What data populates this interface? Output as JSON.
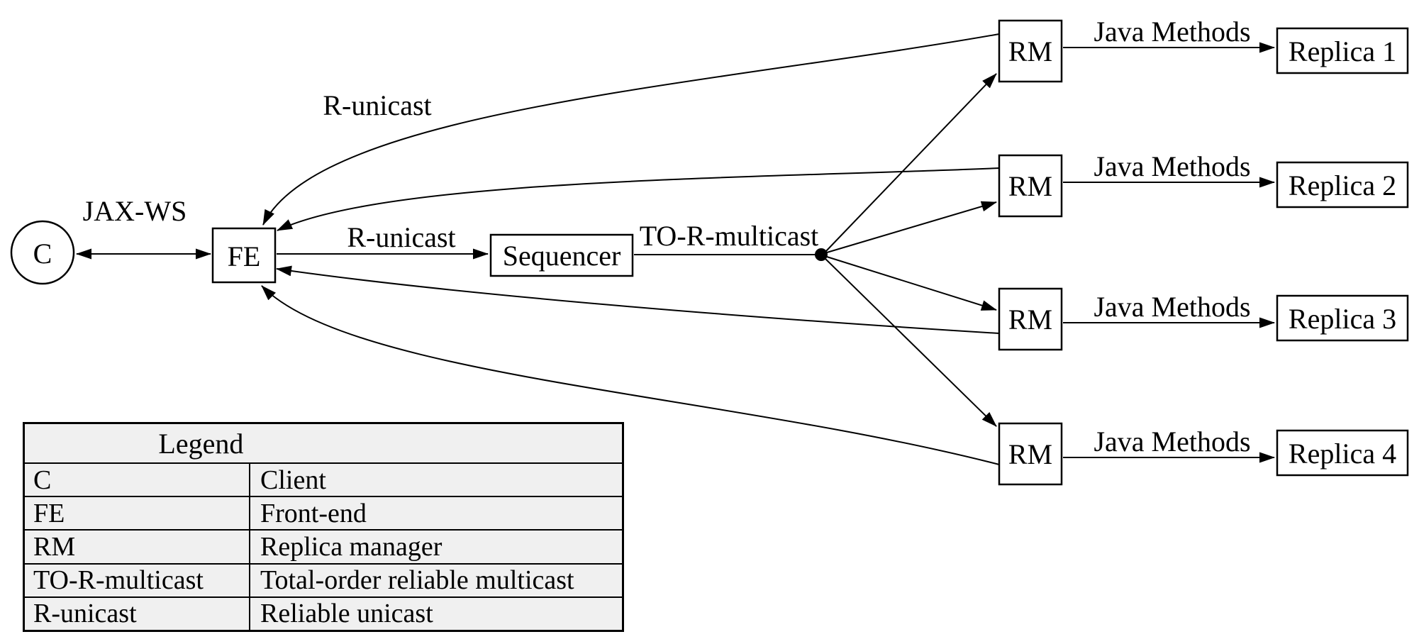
{
  "nodes": {
    "client": "C",
    "frontend": "FE",
    "sequencer": "Sequencer"
  },
  "rows": [
    {
      "rm_label": "RM",
      "java_methods_label": "Java Methods",
      "replica_label": "Replica 1"
    },
    {
      "rm_label": "RM",
      "java_methods_label": "Java Methods",
      "replica_label": "Replica 2"
    },
    {
      "rm_label": "RM",
      "java_methods_label": "Java Methods",
      "replica_label": "Replica 3"
    },
    {
      "rm_label": "RM",
      "java_methods_label": "Java Methods",
      "replica_label": "Replica 4"
    }
  ],
  "edge_labels": {
    "jax_ws": "JAX-WS",
    "r_unicast_return": "R-unicast",
    "r_unicast_forward": "R-unicast",
    "to_r_multicast": "TO-R-multicast"
  },
  "legend": {
    "title": "Legend",
    "rows": [
      {
        "term": "C",
        "definition": "Client"
      },
      {
        "term": "FE",
        "definition": "Front-end"
      },
      {
        "term": "RM",
        "definition": "Replica manager"
      },
      {
        "term": "TO-R-multicast",
        "definition": "Total-order reliable multicast"
      },
      {
        "term": "R-unicast",
        "definition": "Reliable unicast"
      }
    ]
  },
  "colors": {
    "line": "#000000",
    "legend_background": "#f0f0f0",
    "canvas_background": "#ffffff"
  }
}
